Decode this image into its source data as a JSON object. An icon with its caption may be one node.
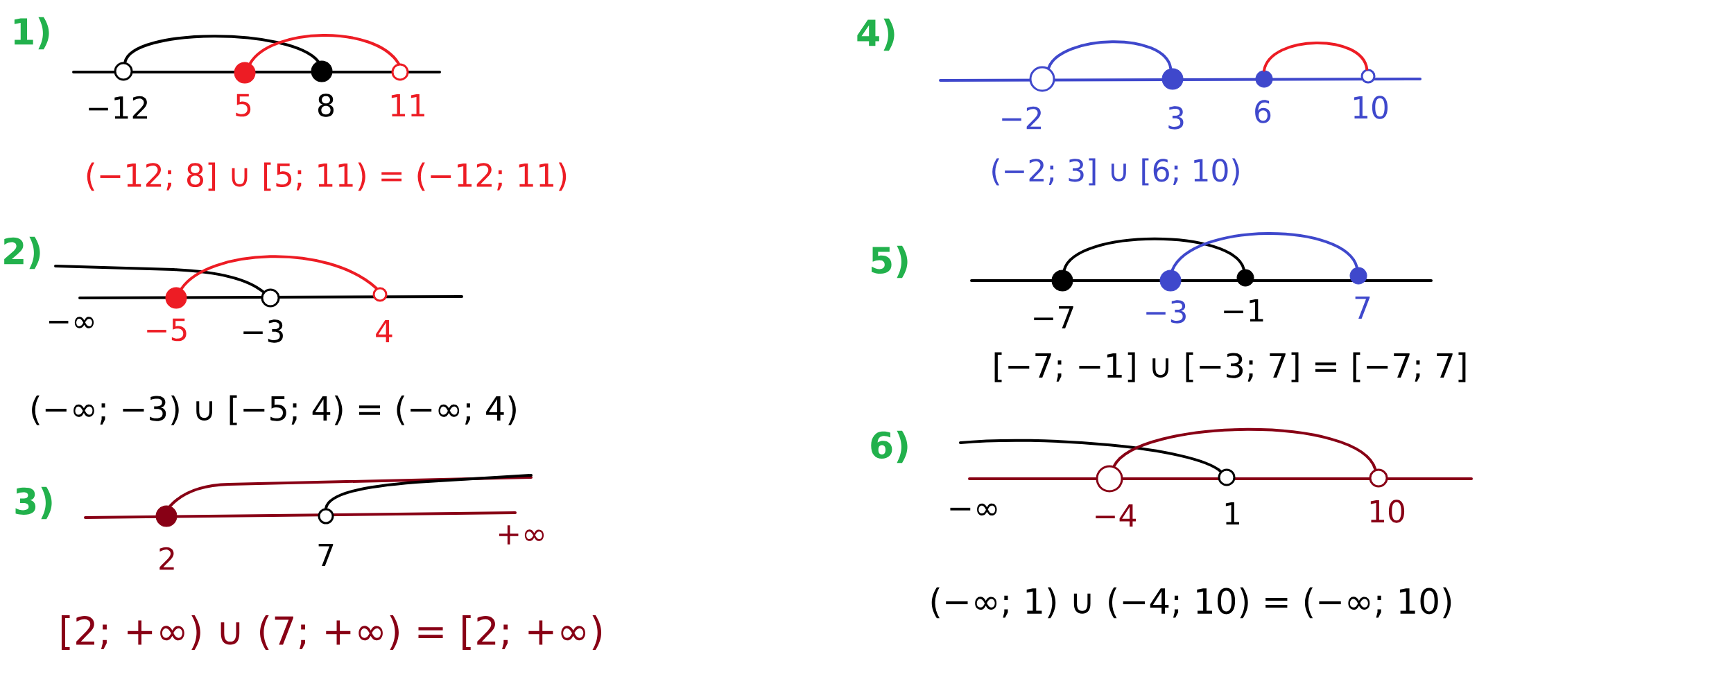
{
  "diagram": {
    "nodes": [
      {
        "text": [],
        "shape": "circle",
        "beside": [
          "−12"
        ]
      },
      {
        "text": [],
        "shape": "dot",
        "beside": [
          "5"
        ]
      },
      {
        "text": [],
        "shape": "dot",
        "beside": [
          "8"
        ]
      },
      {
        "text": [],
        "shape": "circle",
        "beside": [
          "11"
        ]
      },
      {
        "text": [],
        "shape": "dot",
        "beside": [
          "−5"
        ]
      },
      {
        "text": [],
        "shape": "circle",
        "beside": [
          "−3"
        ]
      },
      {
        "text": [],
        "shape": "circle",
        "beside": [
          "4"
        ]
      },
      {
        "text": [],
        "shape": "dot",
        "beside": [
          "2"
        ]
      },
      {
        "text": [],
        "shape": "circle",
        "beside": [
          "7"
        ]
      },
      {
        "text": [],
        "shape": "circle",
        "beside": [
          "−2"
        ]
      },
      {
        "text": [],
        "shape": "dot",
        "beside": [
          "3"
        ]
      },
      {
        "text": [],
        "shape": "dot",
        "beside": [
          "6"
        ]
      },
      {
        "text": [],
        "shape": "circle",
        "beside": [
          "10"
        ]
      },
      {
        "text": [],
        "shape": "dot",
        "beside": [
          "−7"
        ]
      },
      {
        "text": [],
        "shape": "dot",
        "beside": [
          "−3"
        ]
      },
      {
        "text": [],
        "shape": "dot",
        "beside": [
          "−1"
        ]
      },
      {
        "text": [],
        "shape": "dot",
        "beside": [
          "7"
        ]
      },
      {
        "text": [],
        "shape": "circle",
        "beside": [
          "−4"
        ]
      },
      {
        "text": [],
        "shape": "circle",
        "beside": [
          "1"
        ]
      },
      {
        "text": [],
        "shape": "circle",
        "beside": [
          "10"
        ]
      }
    ],
    "edges": [
      {
        "from": 0,
        "to": 2,
        "arrow": "none"
      },
      {
        "from": 1,
        "to": 3,
        "arrow": "none",
        "color": "#ed1c24"
      },
      {
        "from": null,
        "to": 5,
        "arrow": "none"
      },
      {
        "from": 4,
        "to": 6,
        "arrow": "none",
        "color": "#ed1c24"
      },
      {
        "from": 7,
        "to": null,
        "arrow": "none",
        "color": "#880015"
      },
      {
        "from": 8,
        "to": null,
        "arrow": "none"
      },
      {
        "from": 9,
        "to": 10,
        "arrow": "none",
        "color": "#3f48cc"
      },
      {
        "from": 11,
        "to": 12,
        "arrow": "none",
        "color": "#ed1c24"
      },
      {
        "from": 13,
        "to": 15,
        "arrow": "none"
      },
      {
        "from": 14,
        "to": 16,
        "arrow": "none",
        "color": "#3f48cc"
      },
      {
        "from": null,
        "to": 18,
        "arrow": "none"
      },
      {
        "from": 17,
        "to": 19,
        "arrow": "none",
        "color": "#880015"
      }
    ],
    "labels": [
      "1)",
      "(−12; 8] ∪ [5; 11) = (−12; 11)",
      "2)",
      "−∞",
      "(−∞; −3) ∪ [−5; 4) = (−∞; 4)",
      "3)",
      "+∞",
      "[2; +∞) ∪ (7; +∞) = [2; +∞)",
      "4)",
      "(−2; 3] ∪ [6; 10)",
      "5)",
      "[−7; −1] ∪ [−3; 7] = [−7; 7]",
      "6)",
      "−∞",
      "(−∞; 1) ∪ (−4; 10) = (−∞; 10)"
    ]
  }
}
